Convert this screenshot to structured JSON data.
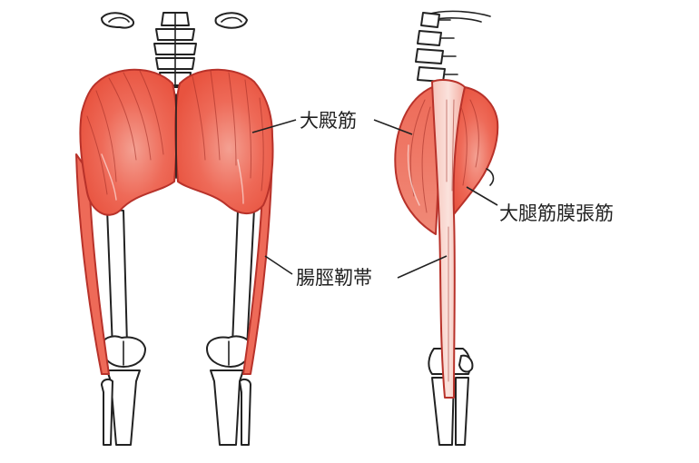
{
  "labels": {
    "gluteus_maximus": "大殿筋",
    "tensor_fasciae_latae": "大腿筋膜張筋",
    "iliotibial_band": "腸脛靭帯"
  },
  "colors": {
    "muscle": "#ee6a58",
    "muscle_light": "#f7b3a7",
    "outline": "#b8322a",
    "line": "#222222",
    "background": "#ffffff"
  }
}
